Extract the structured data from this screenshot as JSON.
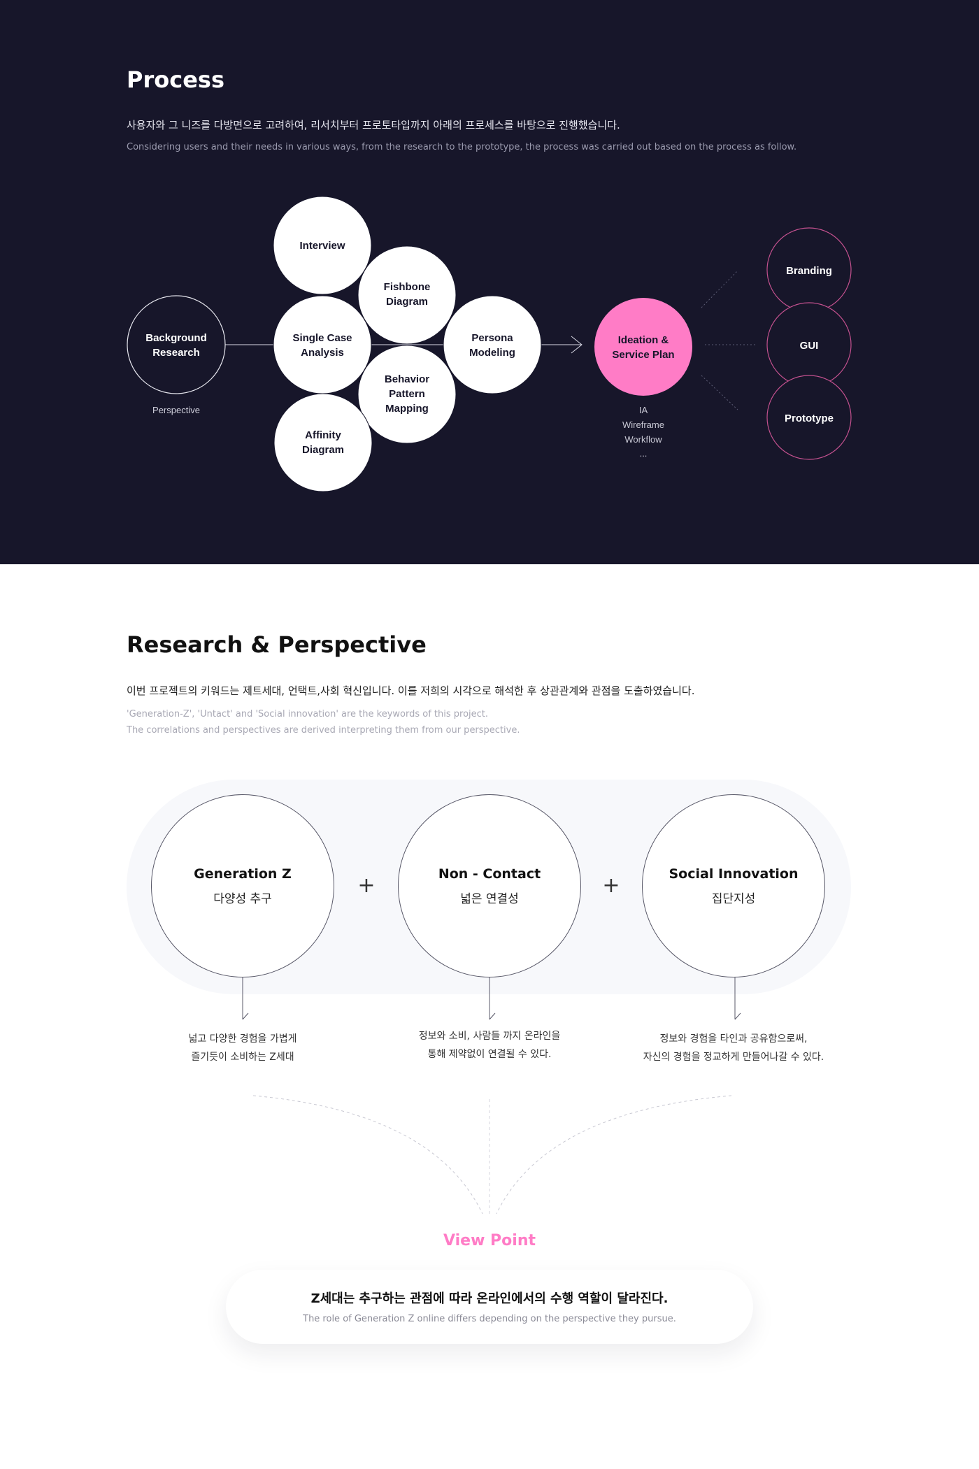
{
  "process": {
    "title": "Process",
    "desc_ko": "사용자와 그 니즈를 다방면으로 고려하여, 리서치부터 프로토타입까지 아래의 프로세스를 바탕으로 진행했습니다.",
    "desc_en": "Considering users and their needs in various ways, from the research to the prototype, the process was carried out based on the process as follow.",
    "start_node": {
      "lines": [
        "Background",
        "Research"
      ],
      "caption": "Perspective"
    },
    "research_methods": [
      {
        "lines": [
          "Interview"
        ]
      },
      {
        "lines": [
          "Fishbone",
          "Diagram"
        ]
      },
      {
        "lines": [
          "Single Case",
          "Analysis"
        ]
      },
      {
        "lines": [
          "Persona",
          "Modeling"
        ]
      },
      {
        "lines": [
          "Behavior",
          "Pattern",
          "Mapping"
        ]
      },
      {
        "lines": [
          "Affinity",
          "Diagram"
        ]
      }
    ],
    "ideation_node": {
      "lines": [
        "Ideation &",
        "Service Plan"
      ],
      "captions": [
        "IA",
        "Wireframe",
        "Workflow",
        "..."
      ]
    },
    "output_nodes": [
      {
        "label": "Branding"
      },
      {
        "label": "GUI"
      },
      {
        "label": "Prototype"
      }
    ]
  },
  "research": {
    "title": "Research & Perspective",
    "desc_ko": "이번 프로젝트의 키워드는 제트세대, 언택트,사회 혁신입니다. 이를 저희의 시각으로 해석한 후 상관관계와 관점을 도출하였습니다.",
    "desc_en_1": "'Generation-Z', 'Untact' and 'Social innovation' are the keywords of this project.",
    "desc_en_2": "The correlations and perspectives are derived interpreting them from our perspective.",
    "plus_symbol": "+",
    "keywords": [
      {
        "title": "Generation Z",
        "subtitle": "다양성 추구",
        "desc_1": "넓고 다양한 경험을 가볍게",
        "desc_2": "즐기듯이 소비하는 Z세대"
      },
      {
        "title": "Non - Contact",
        "subtitle": "넓은 연결성",
        "desc_1": "정보와 소비, 사람들 까지 온라인을",
        "desc_2": "통해 제약없이 연결될 수 있다."
      },
      {
        "title": "Social Innovation",
        "subtitle": "집단지성",
        "desc_1": "정보와 경험을 타인과 공유함으로써,",
        "desc_2": "자신의 경험을 정교하게 만들어나갈 수 있다."
      }
    ]
  },
  "viewpoint": {
    "title": "View Point",
    "statement_ko": "Z세대는 추구하는 관점에 따라 온라인에서의 수행 역할이 달라진다.",
    "statement_en": "The role of Generation Z online differs depending on the perspective they pursue."
  },
  "colors": {
    "dark_bg": "#17162a",
    "accent_pink": "#ff7cc6",
    "output_ring": "#c4518f"
  }
}
